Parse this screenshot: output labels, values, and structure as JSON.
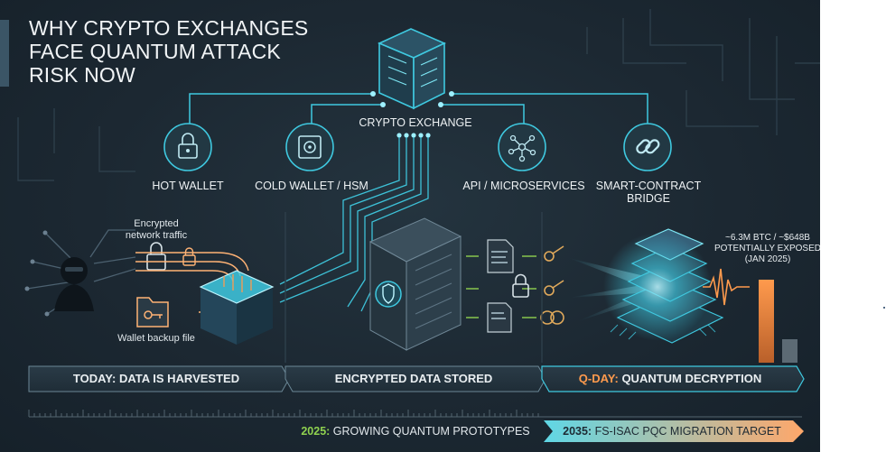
{
  "title_lines": [
    "WHY CRYPTO EXCHANGES",
    "FACE QUANTUM ATTACK",
    "RISK NOW"
  ],
  "hub": {
    "label": "CRYPTO EXCHANGE"
  },
  "components": [
    {
      "label": "HOT WALLET",
      "icon": "padlock-icon"
    },
    {
      "label": "COLD WALLET / HSM",
      "icon": "safe-icon"
    },
    {
      "label": "API / MICROSERVICES",
      "icon": "network-icon"
    },
    {
      "label": "SMART-CONTRACT BRIDGE",
      "icon": "chain-link-icon"
    }
  ],
  "harvest": {
    "traffic_label_lines": [
      "Encrypted",
      "network traffic"
    ],
    "backup_label": "Wallet backup file"
  },
  "exposure": {
    "lines": [
      "~6.3M BTC / ~$648B",
      "POTENTIALLY EXPOSED",
      "(JAN 2025)"
    ]
  },
  "stages": [
    {
      "prefix": "",
      "text": "TODAY: DATA IS HARVESTED"
    },
    {
      "prefix": "",
      "text": "ENCRYPTED DATA STORED"
    },
    {
      "prefix": "Q-DAY:",
      "text": " QUANTUM DECRYPTION"
    }
  ],
  "timeline": [
    {
      "year": "2025:",
      "text": " GROWING QUANTUM PROTOTYPES"
    },
    {
      "year": "2035:",
      "text": " FS-ISAC PQC MIGRATION TARGET"
    }
  ],
  "colors": {
    "background": "#1c2832",
    "accent_cyan": "#3fc9e0",
    "accent_orange": "#ff9a4d",
    "highlight_green": "#8fd14f"
  }
}
